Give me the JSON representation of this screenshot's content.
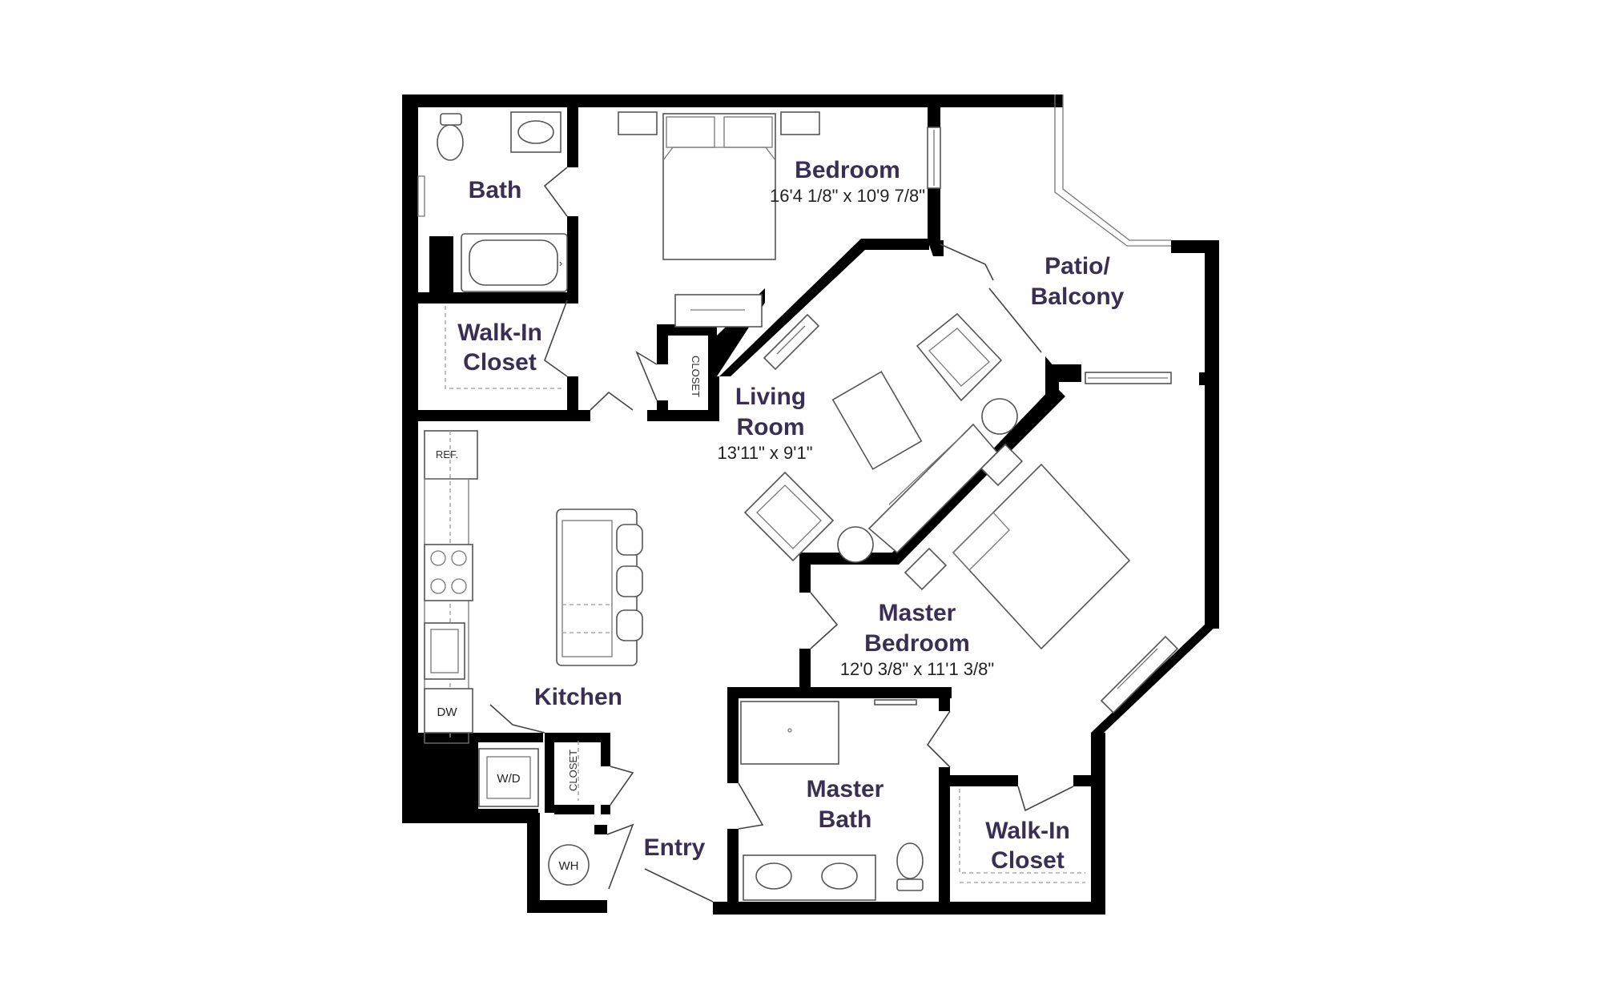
{
  "rooms": {
    "bath": {
      "label": "Bath"
    },
    "bedroom": {
      "label": "Bedroom",
      "dim": "16'4 1/8\" x 10'9 7/8\""
    },
    "walk_in_closet_1": {
      "line1": "Walk-In",
      "line2": "Closet"
    },
    "patio": {
      "line1": "Patio/",
      "line2": "Balcony"
    },
    "living_room": {
      "line1": "Living",
      "line2": "Room",
      "dim": "13'11\" x 9'1\""
    },
    "master_bedroom": {
      "line1": "Master",
      "line2": "Bedroom",
      "dim": "12'0 3/8\" x 11'1 3/8\""
    },
    "kitchen": {
      "label": "Kitchen"
    },
    "master_bath": {
      "line1": "Master",
      "line2": "Bath"
    },
    "walk_in_closet_2": {
      "line1": "Walk-In",
      "line2": "Closet"
    },
    "entry": {
      "label": "Entry"
    }
  },
  "fixtures": {
    "closet_bedroom": "CLOSET",
    "closet_entry": "CLOSET",
    "refrigerator": "REF.",
    "dishwasher": "DW",
    "washer_dryer": "W/D",
    "water_heater": "WH"
  }
}
